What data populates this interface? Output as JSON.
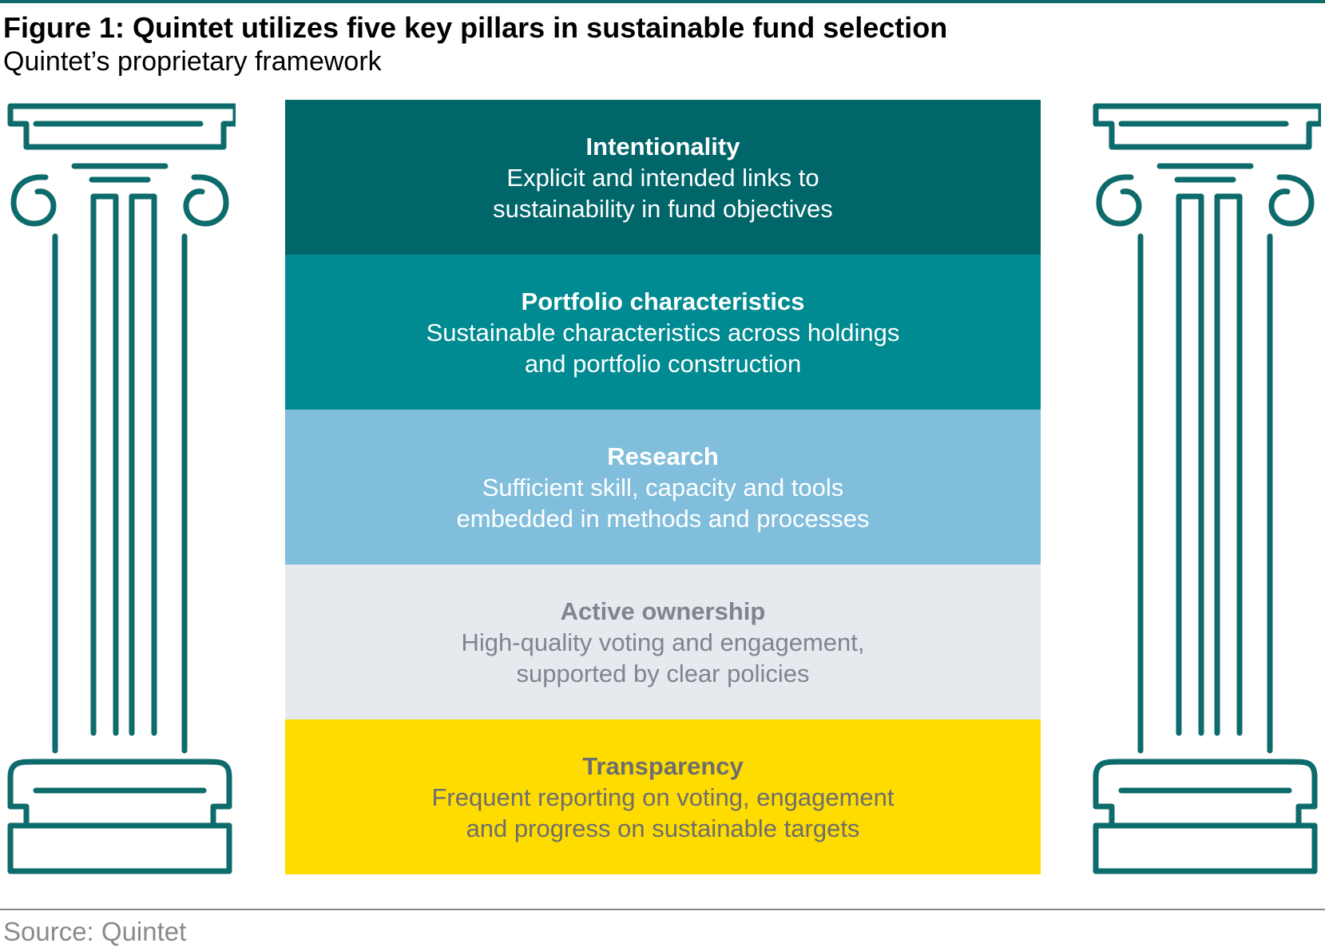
{
  "figure": {
    "title": "Figure 1: Quintet utilizes five key pillars in sustainable fund selection",
    "subtitle": "Quintet’s proprietary framework",
    "source": "Source: Quintet"
  },
  "pillar_icon": "ionic-column-icon",
  "colors": {
    "rule": "#0e6b6b",
    "pillar_stroke": "#0e6b6b",
    "source_gray": "#8a8a8a"
  },
  "pillars": [
    {
      "heading": "Intentionality",
      "description": "Explicit and intended links to\nsustainability in fund objectives",
      "bg": "#00666a",
      "fg": "#ffffff"
    },
    {
      "heading": "Portfolio characteristics",
      "description": "Sustainable characteristics across holdings\nand portfolio construction",
      "bg": "#008a91",
      "fg": "#ffffff"
    },
    {
      "heading": "Research",
      "description": "Sufficient skill, capacity and tools\nembedded in methods and processes",
      "bg": "#80bedc",
      "fg": "#ffffff"
    },
    {
      "heading": "Active ownership",
      "description": "High-quality voting and engagement,\nsupported by clear policies",
      "bg": "#e6e9ed",
      "fg": "#7e858f"
    },
    {
      "heading": "Transparency",
      "description": "Frequent reporting on voting, engagement\nand progress on sustainable targets",
      "bg": "#fedc00",
      "fg": "#6e6e6e"
    }
  ]
}
